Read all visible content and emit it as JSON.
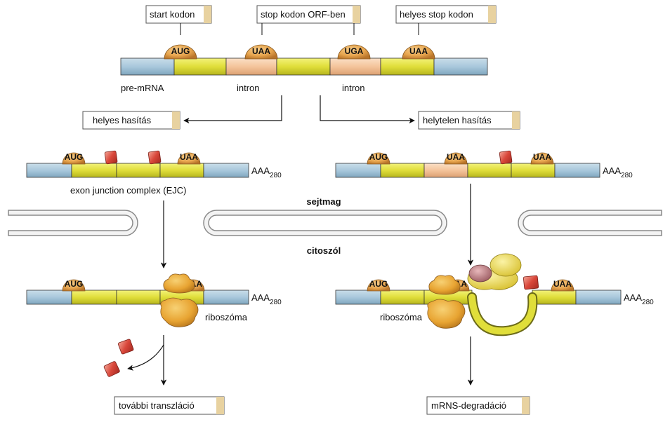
{
  "callouts": {
    "start_codon": "start kodon",
    "stop_in_orf": "stop kodon ORF-ben",
    "correct_stop": "helyes stop kodon"
  },
  "premrna": {
    "codons": [
      "AUG",
      "UAA",
      "UGA",
      "UAA"
    ],
    "label": "pre-mRNA",
    "intron1": "intron",
    "intron2": "intron"
  },
  "branches": {
    "correct_splicing": "helyes hasítás",
    "incorrect_splicing": "helytelen hasítás"
  },
  "left_mrna": {
    "codons": [
      "AUG",
      "UAA"
    ],
    "poly_a": "AAA",
    "poly_a_sub": "280",
    "ejc_label": "exon junction complex (EJC)"
  },
  "right_mrna": {
    "codons": [
      "AUG",
      "UAA",
      "UAA"
    ],
    "poly_a": "AAA",
    "poly_a_sub": "280"
  },
  "compartments": {
    "nucleus": "sejtmag",
    "cytosol": "citoszól"
  },
  "left_translation": {
    "codons": [
      "AUG",
      "UAA"
    ],
    "poly_a": "AAA",
    "poly_a_sub": "280",
    "ribosome": "riboszóma",
    "outcome": "további transzláció"
  },
  "right_translation": {
    "codons": [
      "AUG",
      "UAA",
      "UAA"
    ],
    "poly_a": "AAA",
    "poly_a_sub": "280",
    "ribosome": "riboszóma",
    "outcome": "mRNS-degradáció"
  },
  "colors": {
    "utr": "#a9c8dc",
    "exon": "#e0de3a",
    "intron": "#f4c49b",
    "codon": "#e7a54e",
    "ejc": "#d9473a",
    "ribosome": "#e8a432",
    "membrane": "#dcdcdc"
  }
}
